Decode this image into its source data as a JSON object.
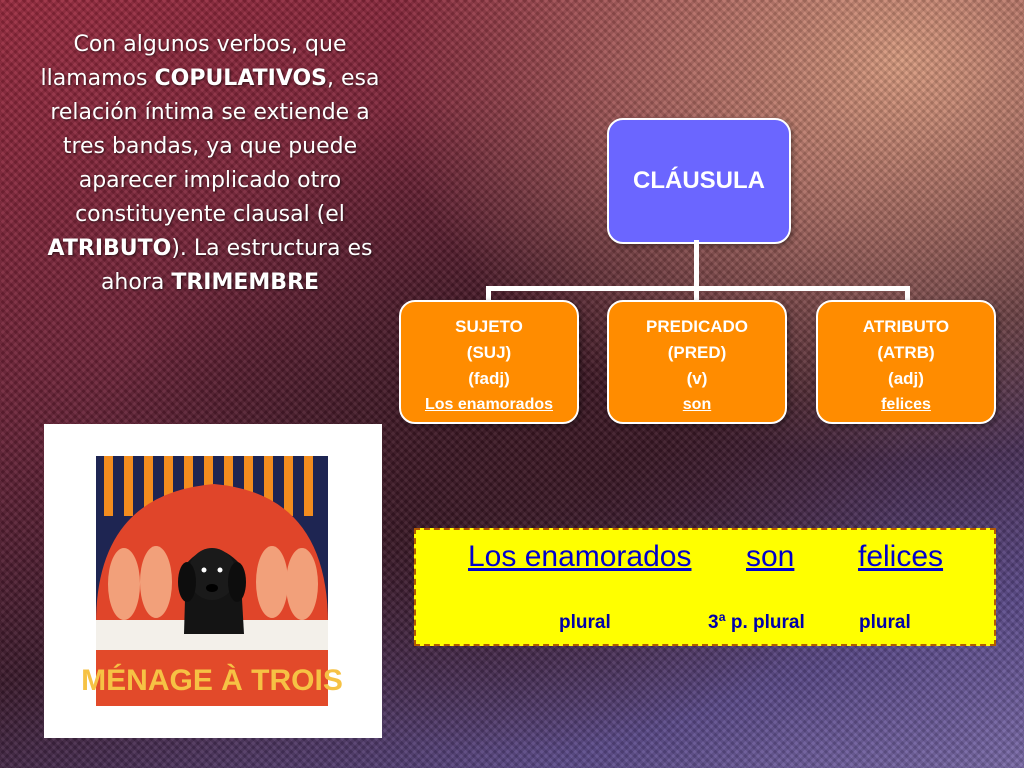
{
  "intro": {
    "part1": "Con algunos verbos, que llamamos ",
    "copulativos": "COPULATIVOS",
    "part2": ", esa relación íntima se extiende a tres bandas, ya que puede aparecer implicado otro constituyente clausal (el ",
    "atributo": "ATRIBUTO",
    "part3": "). La estructura es ahora ",
    "trimembre": "TRIMEMBRE"
  },
  "tree": {
    "root": "CLÁUSULA",
    "children": [
      {
        "label": "SUJETO",
        "abbr": "(SUJ)",
        "cat": "(fadj)",
        "example": "Los enamorados"
      },
      {
        "label": "PREDICADO",
        "abbr": "(PRED)",
        "cat": "(v)",
        "example": "son"
      },
      {
        "label": "ATRIBUTO",
        "abbr": "(ATRB)",
        "cat": "(adj)",
        "example": "felices"
      }
    ]
  },
  "example": {
    "words": [
      "Los enamorados",
      "son",
      "felices"
    ],
    "tags": [
      "plural",
      "3ª p. plural",
      "plural"
    ]
  },
  "artwork": {
    "title": "MÉNAGE À TROIS"
  },
  "colors": {
    "root_node": "#6b66ff",
    "child_node": "#ff8c00",
    "example_bg": "#ffff00",
    "example_text": "#0000cc"
  }
}
